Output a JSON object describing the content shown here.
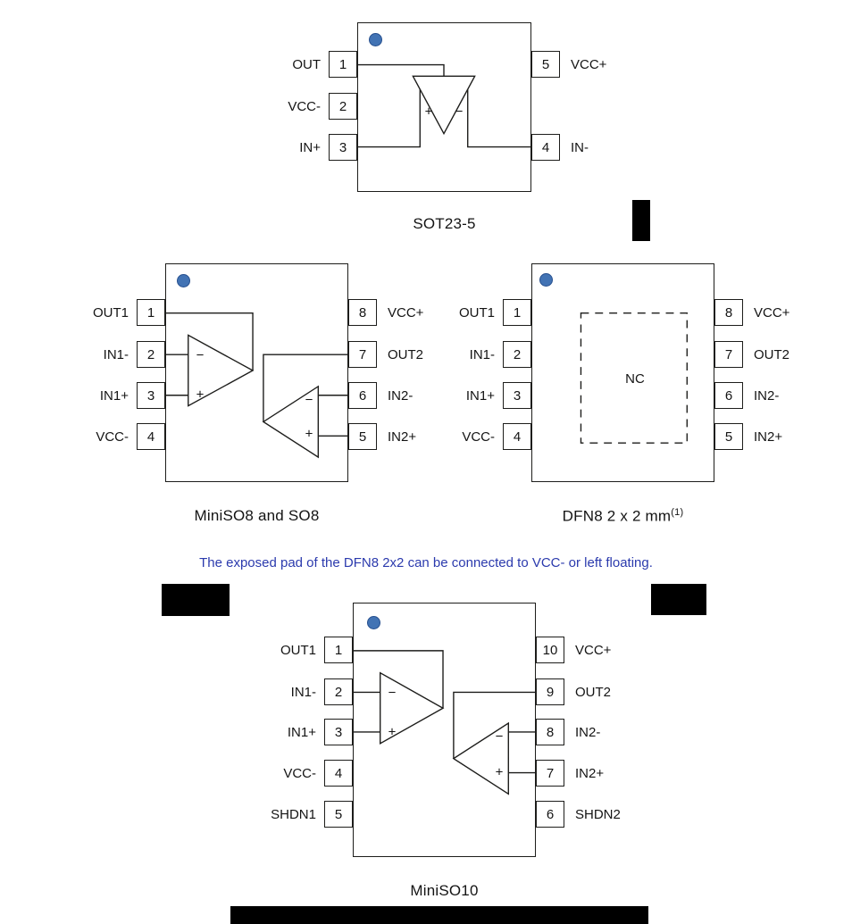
{
  "note": {
    "text": "The exposed pad of the DFN8 2x2 can be connected to VCC- or left floating."
  },
  "opamp": {
    "plus": "+",
    "minus": "−"
  },
  "colors": {
    "line": "#1d1d1b",
    "text": "#141414",
    "pin1_dot": "#4273b4",
    "pin1_dot_border": "#27508f",
    "note_blue": "#2b3aad",
    "redaction": "#000000"
  },
  "packages": {
    "sot23": {
      "caption": "SOT23-5",
      "left_pins": [
        {
          "num": "1",
          "label": "OUT"
        },
        {
          "num": "2",
          "label": "VCC-"
        },
        {
          "num": "3",
          "label": "IN+"
        }
      ],
      "right_pins": [
        {
          "num": "5",
          "label": "VCC+"
        },
        {
          "num": "4",
          "label": "IN-"
        }
      ]
    },
    "miniso8": {
      "caption": "MiniSO8 and SO8",
      "left_pins": [
        {
          "num": "1",
          "label": "OUT1"
        },
        {
          "num": "2",
          "label": "IN1-"
        },
        {
          "num": "3",
          "label": "IN1+"
        },
        {
          "num": "4",
          "label": "VCC-"
        }
      ],
      "right_pins": [
        {
          "num": "8",
          "label": "VCC+"
        },
        {
          "num": "7",
          "label": "OUT2"
        },
        {
          "num": "6",
          "label": "IN2-"
        },
        {
          "num": "5",
          "label": "IN2+"
        }
      ]
    },
    "dfn8": {
      "caption": "DFN8 2 x 2 mm",
      "caption_superscript": "(1)",
      "nc_label": "NC",
      "left_pins": [
        {
          "num": "1",
          "label": "OUT1"
        },
        {
          "num": "2",
          "label": "IN1-"
        },
        {
          "num": "3",
          "label": "IN1+"
        },
        {
          "num": "4",
          "label": "VCC-"
        }
      ],
      "right_pins": [
        {
          "num": "8",
          "label": "VCC+"
        },
        {
          "num": "7",
          "label": "OUT2"
        },
        {
          "num": "6",
          "label": "IN2-"
        },
        {
          "num": "5",
          "label": "IN2+"
        }
      ]
    },
    "miniso10": {
      "caption": "MiniSO10",
      "left_pins": [
        {
          "num": "1",
          "label": "OUT1"
        },
        {
          "num": "2",
          "label": "IN1-"
        },
        {
          "num": "3",
          "label": "IN1+"
        },
        {
          "num": "4",
          "label": "VCC-"
        },
        {
          "num": "5",
          "label": "SHDN1"
        }
      ],
      "right_pins": [
        {
          "num": "10",
          "label": "VCC+"
        },
        {
          "num": "9",
          "label": "OUT2"
        },
        {
          "num": "8",
          "label": "IN2-"
        },
        {
          "num": "7",
          "label": "IN2+"
        },
        {
          "num": "6",
          "label": "SHDN2"
        }
      ]
    }
  }
}
